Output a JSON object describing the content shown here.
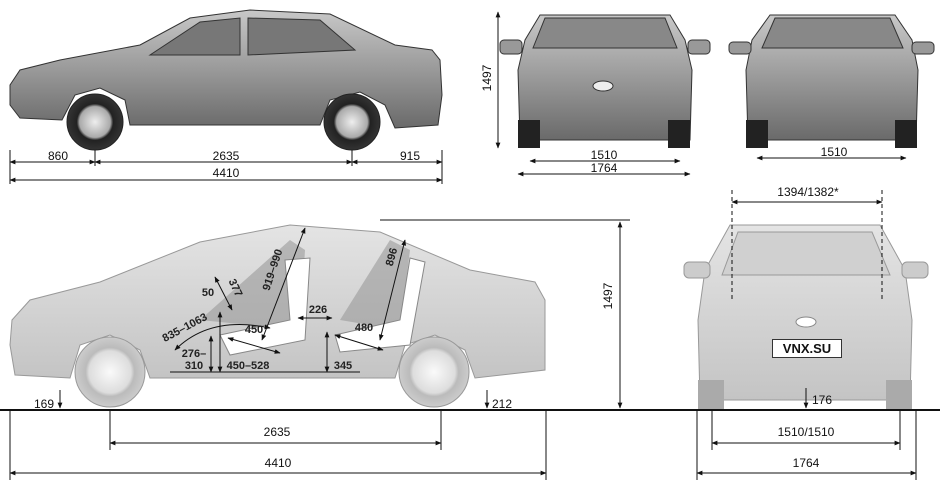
{
  "title": "Lada Vesta sedan dimensions",
  "plate": "VNX.SU",
  "top_side": {
    "front_overhang": "860",
    "wheelbase": "2635",
    "rear_overhang": "915",
    "length": "4410"
  },
  "top_front": {
    "height": "1497",
    "track": "1510",
    "width": "1764"
  },
  "top_rear": {
    "track": "1510"
  },
  "bottom_side": {
    "height": "1497",
    "wheelbase": "2635",
    "length": "4410",
    "front_clearance": "169",
    "rear_clearance": "212",
    "interior": {
      "steering_offset": "50",
      "steering_reach": "377",
      "front_headroom": "919–990",
      "rear_headroom": "896",
      "pedal_to_seat": "835–1063",
      "front_cushion": "450",
      "rear_cushion": "480",
      "knee_gap": "226",
      "front_floor_to_seat": "276–310",
      "front_seat_height": "450–528",
      "rear_seat_height": "345"
    }
  },
  "bottom_front": {
    "shoulder_width": "1394/1382*",
    "clearance": "176",
    "track": "1510/1510",
    "width": "1764"
  }
}
